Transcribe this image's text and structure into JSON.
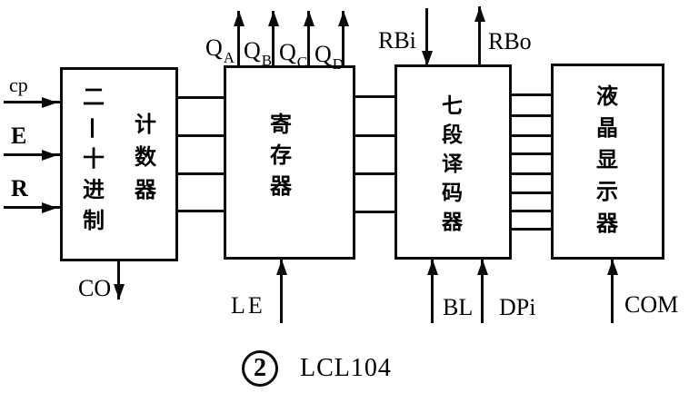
{
  "diagram": {
    "blocks": {
      "counter": {
        "col1": "二—十进制",
        "col2": "计数器"
      },
      "register": {
        "text": "寄存器"
      },
      "decoder": {
        "text": "七段译码器"
      },
      "display": {
        "text": "液晶显示器"
      }
    },
    "inputs": {
      "cp": "cp",
      "enable": "E",
      "reset": "R",
      "le": "LE",
      "bl": "BL",
      "dpi": "DPi",
      "com": "COM",
      "rbi": "RBi"
    },
    "outputs": {
      "co": "CO",
      "rbo": "RBo",
      "q": [
        {
          "base": "Q",
          "sub": "A"
        },
        {
          "base": "Q",
          "sub": "B"
        },
        {
          "base": "Q",
          "sub": "C"
        },
        {
          "base": "Q",
          "sub": "D"
        }
      ]
    },
    "buses": {
      "counter_to_register": 4,
      "register_to_decoder": 4,
      "decoder_to_display": 8
    },
    "caption": {
      "number": "2",
      "code": "LCL104"
    },
    "colors": {
      "ink": "#000000",
      "background": "#ffffff"
    }
  }
}
